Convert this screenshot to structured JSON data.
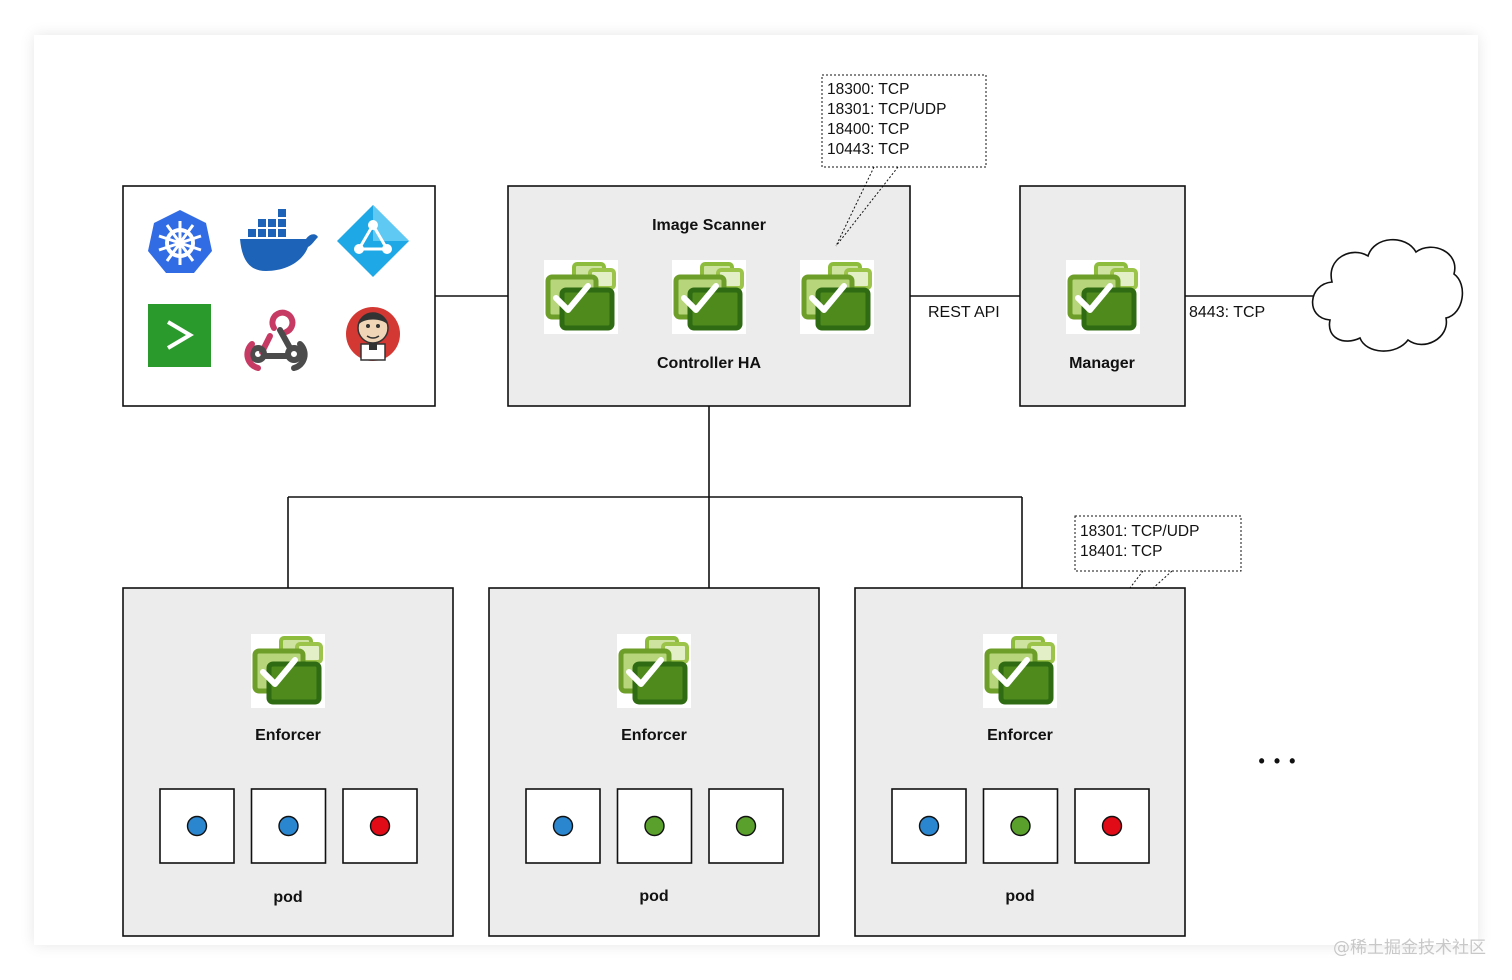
{
  "controller_box": {
    "title_top": "Image Scanner",
    "title_bottom": "Controller HA"
  },
  "manager_box": {
    "title": "Manager"
  },
  "links": {
    "rest_api": "REST API",
    "external_port": "8443: TCP"
  },
  "controller_ports_note": {
    "lines": [
      "18300: TCP",
      "18301: TCP/UDP",
      "18400: TCP",
      "10443: TCP"
    ]
  },
  "enforcer_ports_note": {
    "lines": [
      "18301: TCP/UDP",
      "18401: TCP"
    ]
  },
  "integrations": {
    "icons": [
      "kubernetes-icon",
      "docker-icon",
      "azure-ad-icon",
      "terminal-icon",
      "webhook-icon",
      "jenkins-icon"
    ]
  },
  "nodes": [
    {
      "label": "Enforcer",
      "pod_label": "pod",
      "pods": [
        "#2b86d0",
        "#2b86d0",
        "#e00b16"
      ]
    },
    {
      "label": "Enforcer",
      "pod_label": "pod",
      "pods": [
        "#2b86d0",
        "#5aa02c",
        "#5aa02c"
      ]
    },
    {
      "label": "Enforcer",
      "pod_label": "pod",
      "pods": [
        "#2b86d0",
        "#5aa02c",
        "#e00b16"
      ]
    }
  ],
  "more_indicator": "• • •",
  "watermark": "@稀土掘金技术社区"
}
